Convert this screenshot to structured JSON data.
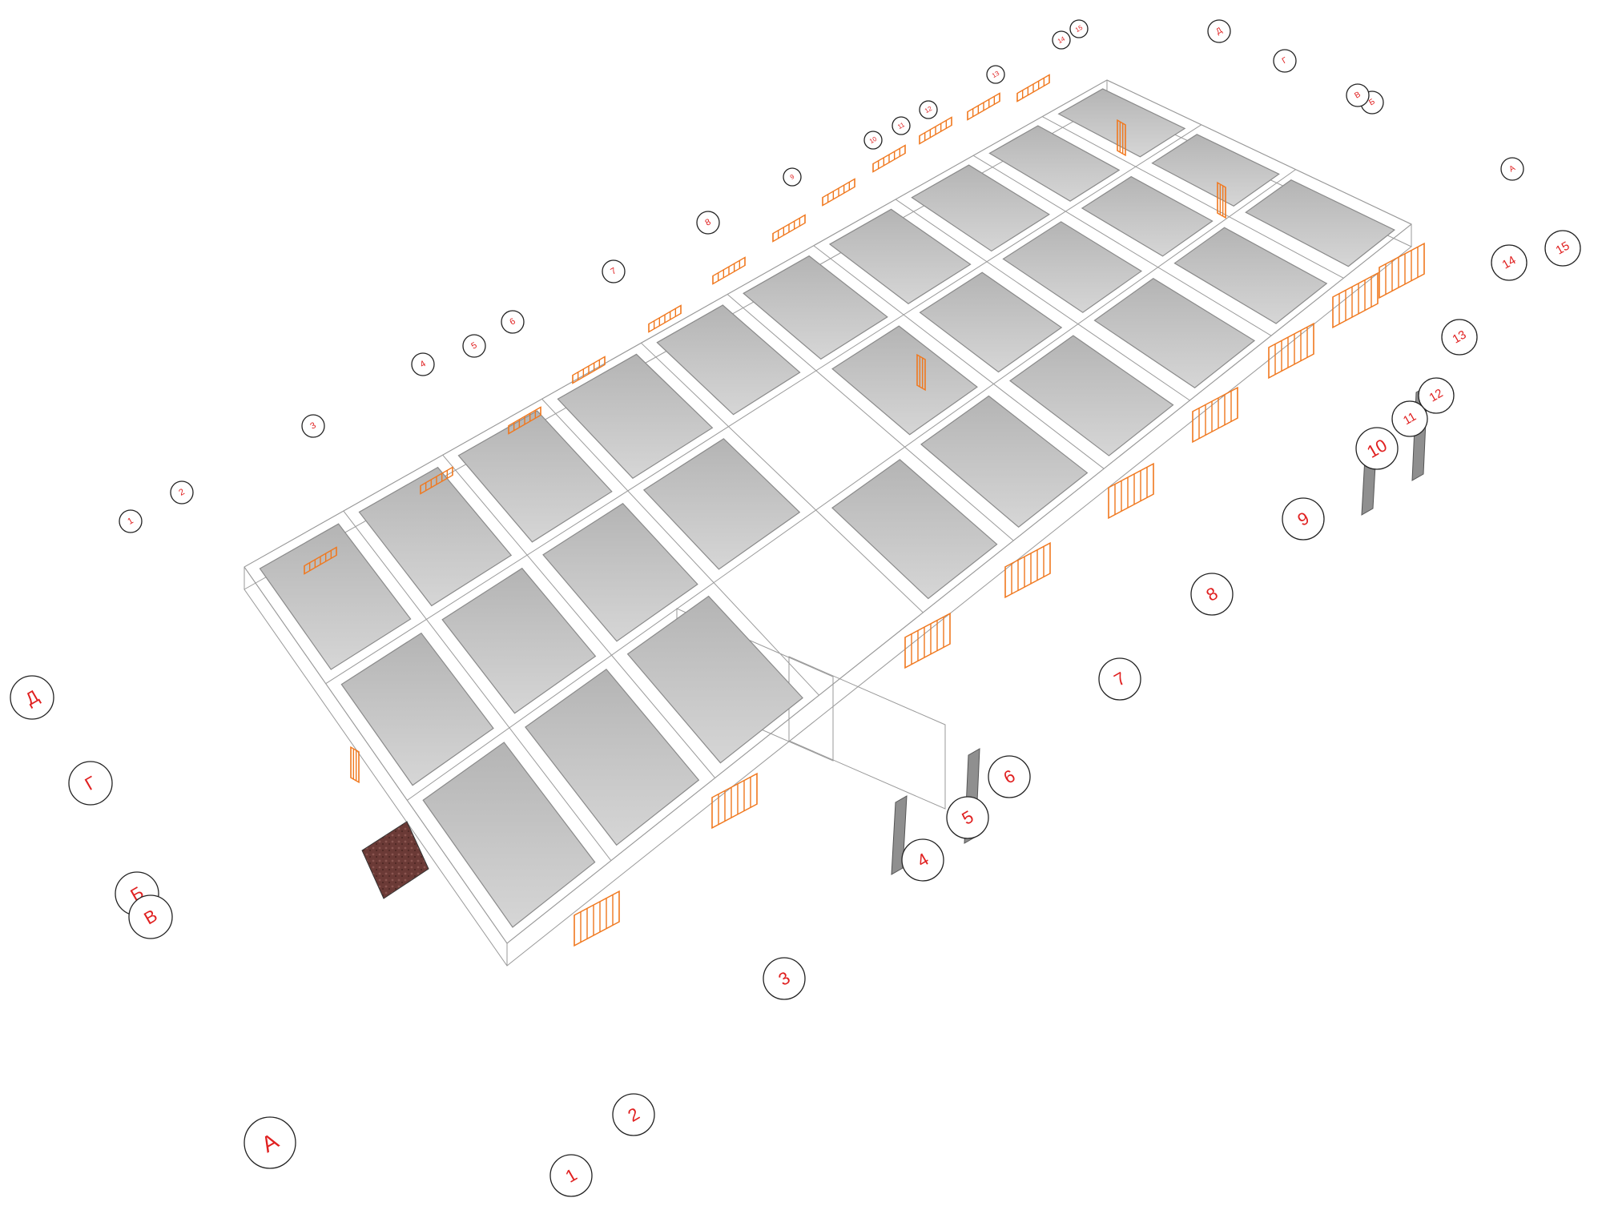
{
  "colors": {
    "label": "#e02020",
    "slab": "#bdbdbd",
    "radiator": "#f0781e",
    "column": "#8f8f8f",
    "stair": "#6b3a36"
  },
  "axes_numbers": {
    "near_end": [
      "1",
      "2",
      "3",
      "4",
      "5",
      "6",
      "7",
      "8",
      "9",
      "10",
      "11",
      "12",
      "13",
      "14",
      "15"
    ],
    "far_end": [
      "1",
      "2",
      "3",
      "4",
      "5",
      "6",
      "7",
      "8",
      "9",
      "10",
      "11",
      "12",
      "13",
      "14",
      "15"
    ]
  },
  "axes_letters": {
    "near_end": [
      "А",
      "Б",
      "В",
      "Г",
      "Д"
    ],
    "far_end": [
      "А",
      "Б",
      "В",
      "Г",
      "Д"
    ]
  },
  "icons": {
    "stair_texture": "stair-texture-icon",
    "radiator": "radiator-icon",
    "column": "steel-column-icon"
  }
}
